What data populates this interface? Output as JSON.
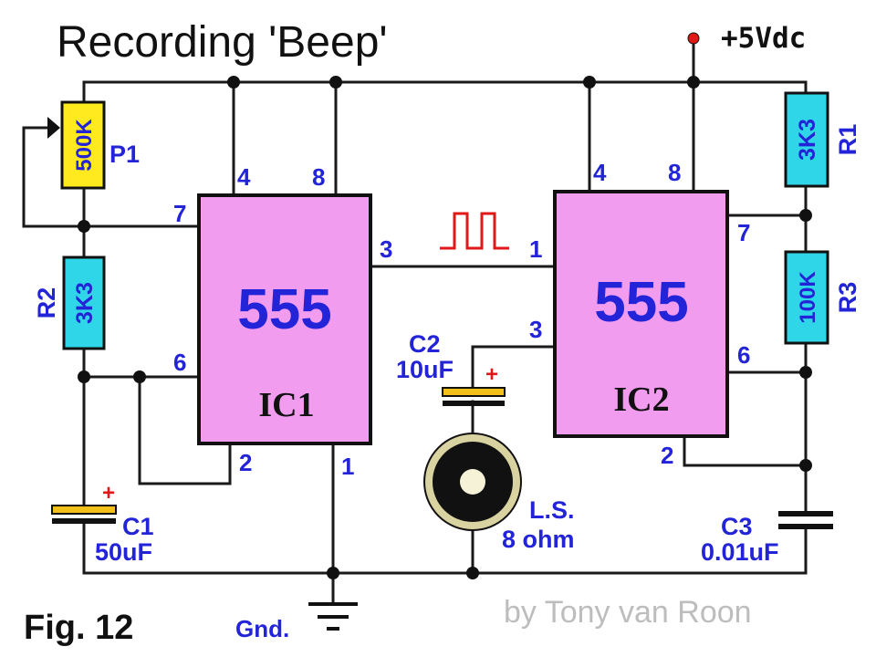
{
  "title": "Recording 'Beep'",
  "figure_label": "Fig. 12",
  "author": "by Tony van Roon",
  "supply_label": "+5Vdc",
  "ground_label": "Gnd.",
  "colors": {
    "ic_fill": "#f29cf0",
    "resistor_fill_cyan": "#2fd6e8",
    "pot_fill_yellow": "#ffea1f",
    "capacitor_fill": "#f2c019",
    "label_blue": "#2323d8",
    "waveform_red": "#e01818",
    "supply_dot_red": "#e01818"
  },
  "ic1": {
    "part": "555",
    "name": "IC1",
    "pins": {
      "p4": "4",
      "p8": "8",
      "p7": "7",
      "p3": "3",
      "p6": "6",
      "p2": "2",
      "p1": "1"
    }
  },
  "ic2": {
    "part": "555",
    "name": "IC2",
    "pins": {
      "p4": "4",
      "p8": "8",
      "p7": "7",
      "p1": "1",
      "p3": "3",
      "p6": "6",
      "p2": "2"
    }
  },
  "components": {
    "p1": {
      "ref": "P1",
      "value": "500K"
    },
    "r2": {
      "ref": "R2",
      "value": "3K3"
    },
    "r1": {
      "ref": "R1",
      "value": "3K3"
    },
    "r3": {
      "ref": "R3",
      "value": "100K"
    },
    "c1": {
      "ref": "C1",
      "value": "50uF",
      "polarity": "+"
    },
    "c2": {
      "ref": "C2",
      "value": "10uF",
      "polarity": "+"
    },
    "c3": {
      "ref": "C3",
      "value": "0.01uF"
    },
    "ls": {
      "ref": "L.S.",
      "value": "8 ohm"
    }
  }
}
